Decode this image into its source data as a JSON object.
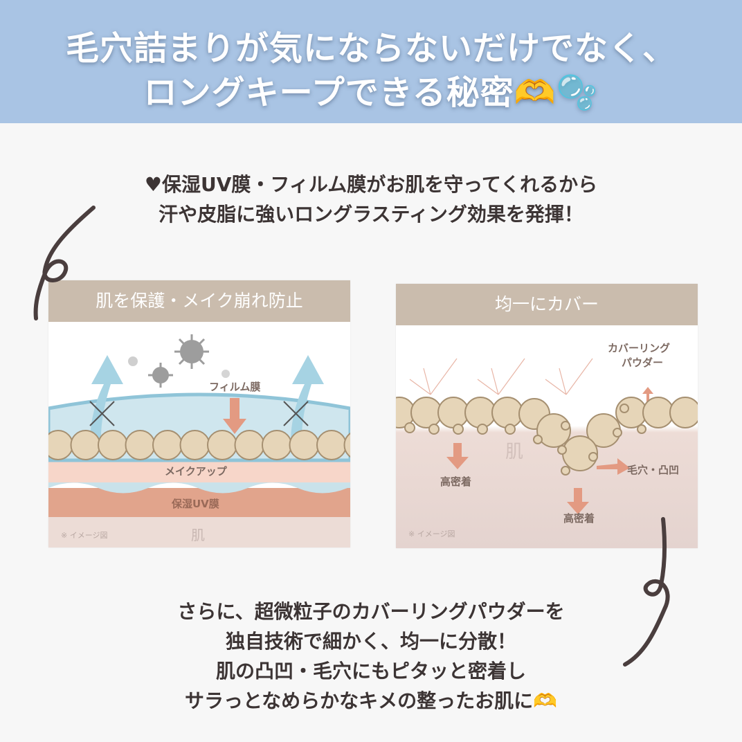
{
  "header": {
    "line1": "毛穴詰まりが気にならないだけでなく、",
    "line2": "ロングキープできる秘密🫶🫧"
  },
  "intro": {
    "line1": "♥保湿UV膜・フィルム膜がお肌を守ってくれるから",
    "line2": "汗や皮脂に強いロングラスティング効果を発揮！"
  },
  "panel_left": {
    "title": "肌を保護・メイク崩れ防止",
    "film": "フィルム膜",
    "makeup": "メイクアップ",
    "uv": "保湿UV膜",
    "skin": "肌",
    "note": "※ イメージ図"
  },
  "panel_right": {
    "title": "均一にカバー",
    "powder": "カバーリング\nパウダー",
    "powder1": "カバーリング",
    "powder2": "パウダー",
    "skin": "肌",
    "adhesion1": "高密着",
    "adhesion2": "高密着",
    "pores": "毛穴・凸凹",
    "note": "※ イメージ図"
  },
  "outro": {
    "line1": "さらに、超微粒子のカバーリングパウダーを",
    "line2": "独自技術で細かく、均一に分散！",
    "line3": "肌の凸凹・毛穴にもピタッと密着し",
    "line4": "サラっとなめらかなキメの整ったお肌に🫶"
  },
  "colors": {
    "header_bg": "#a9c4e4",
    "panel_header": "#cabcad",
    "text": "#3c3434",
    "bead": "#e6d5b8",
    "arrow": "#e39a82"
  }
}
